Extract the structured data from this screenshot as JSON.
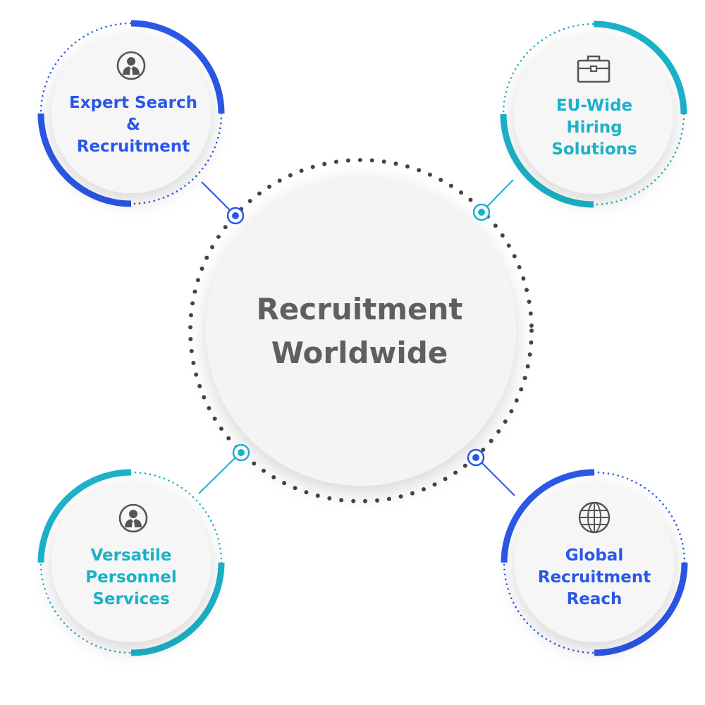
{
  "colors": {
    "blue": "#2b57e8",
    "teal": "#1bb2c8",
    "center_text": "#5f5f5f",
    "center_fill": "#f4f4f4",
    "node_fill": "#f6f6f6",
    "dots": "#444444",
    "icon": "#555555"
  },
  "center": {
    "lines": [
      "Recruitment",
      "Worldwide"
    ]
  },
  "nodes": [
    {
      "id": "expert-search",
      "lines": [
        "Expert Search",
        "&",
        "Recruitment"
      ],
      "color": "blue",
      "icon": "businessman-icon"
    },
    {
      "id": "eu-wide",
      "lines": [
        "EU-Wide",
        "Hiring",
        "Solutions"
      ],
      "color": "teal",
      "icon": "briefcase-icon"
    },
    {
      "id": "versatile",
      "lines": [
        "Versatile",
        "Personnel",
        "Services"
      ],
      "color": "teal",
      "icon": "businessman-icon"
    },
    {
      "id": "global",
      "lines": [
        "Global",
        "Recruitment",
        "Reach"
      ],
      "color": "blue",
      "icon": "globe-icon"
    }
  ]
}
